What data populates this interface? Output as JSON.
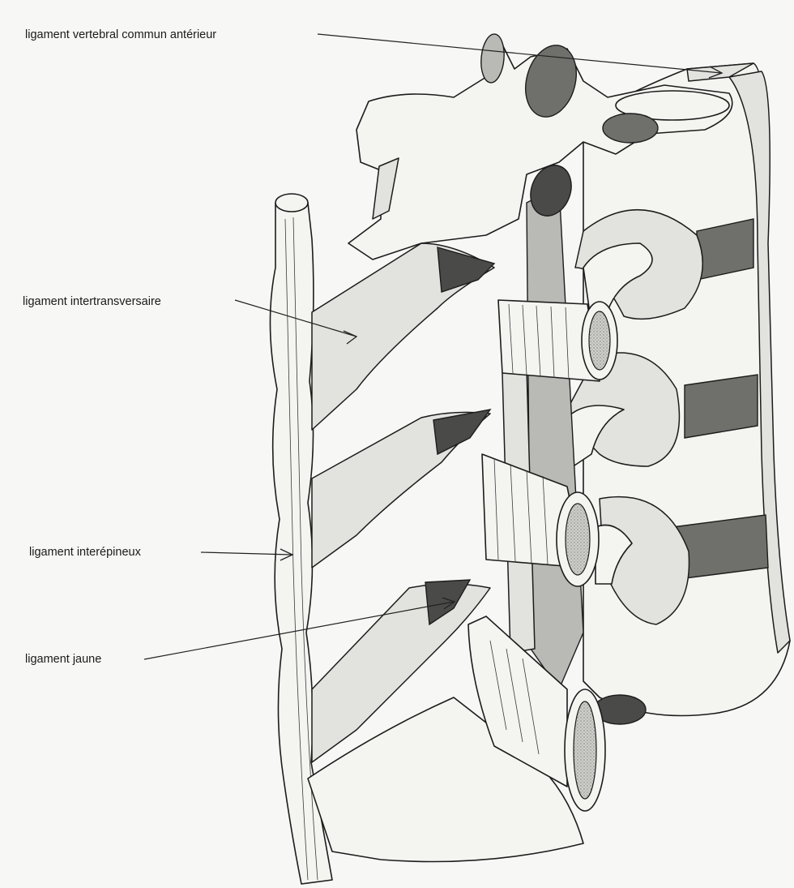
{
  "labels": {
    "anterior": "ligament vertebral commun antérieur",
    "intertransverse": "ligament intertransversaire",
    "interspinous": "ligament interépineux",
    "flavum": "ligament jaune"
  },
  "colors": {
    "ink": "#1c1c1c",
    "paper": "#f7f7f5",
    "disc_shade": "#6f6f6c"
  }
}
